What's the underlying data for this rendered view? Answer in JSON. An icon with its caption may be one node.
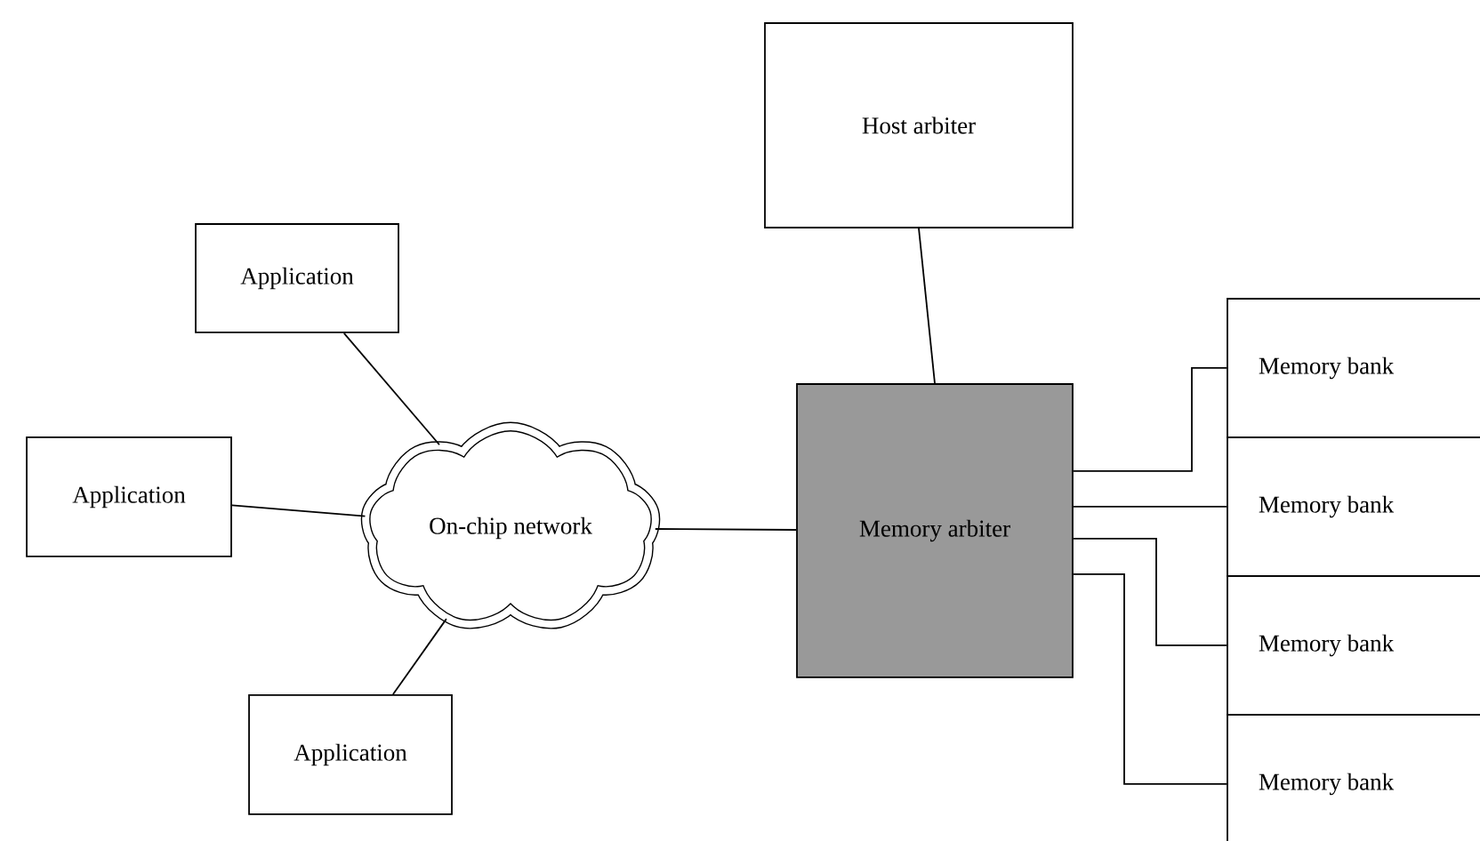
{
  "diagram": {
    "nodes": [
      {
        "text": [
          "Host arbiter"
        ]
      },
      {
        "text": [
          "Application"
        ]
      },
      {
        "text": [
          "Application"
        ]
      },
      {
        "text": [
          "Application"
        ]
      },
      {
        "text": [
          "On-chip network"
        ]
      },
      {
        "text": [
          "Memory arbiter"
        ]
      },
      {
        "text": [
          "Memory bank"
        ]
      },
      {
        "text": [
          "Memory bank"
        ]
      },
      {
        "text": [
          "Memory bank"
        ]
      },
      {
        "text": [
          "Memory bank"
        ]
      }
    ],
    "edges": [
      {
        "from": 0,
        "to": 5,
        "arrow": "none"
      },
      {
        "from": 1,
        "to": 4,
        "arrow": "none"
      },
      {
        "from": 2,
        "to": 4,
        "arrow": "none"
      },
      {
        "from": 3,
        "to": 4,
        "arrow": "none"
      },
      {
        "from": 4,
        "to": 5,
        "arrow": "none"
      },
      {
        "from": 5,
        "to": 6,
        "arrow": "none"
      },
      {
        "from": 5,
        "to": 7,
        "arrow": "none"
      },
      {
        "from": 5,
        "to": 8,
        "arrow": "none"
      },
      {
        "from": 5,
        "to": 9,
        "arrow": "none"
      }
    ]
  }
}
